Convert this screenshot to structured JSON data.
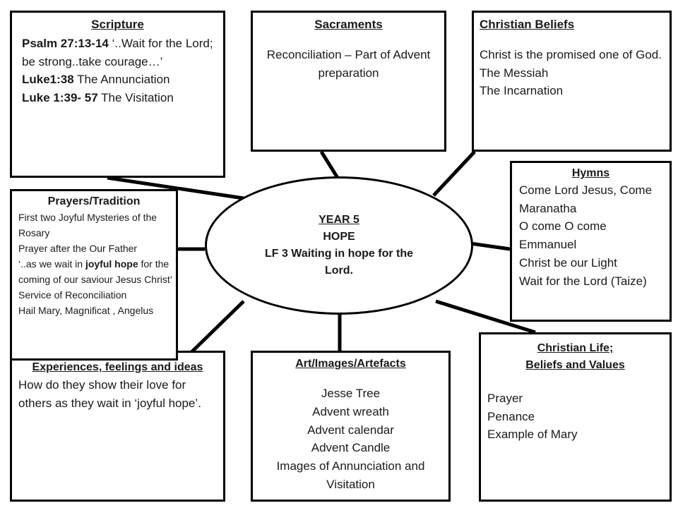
{
  "center": {
    "line1": "YEAR 5",
    "line2": "HOPE",
    "line3": "LF 3  Waiting in hope for the Lord."
  },
  "scripture": {
    "title": "Scripture",
    "items": [
      {
        "ref": "Psalm 27:13-14",
        "text": " ‘..Wait for the Lord; be strong..take courage…’"
      },
      {
        "ref": "Luke1:38",
        "text": " The Annunciation"
      },
      {
        "ref": "Luke 1:39- 57",
        "text": " The Visitation"
      }
    ]
  },
  "sacraments": {
    "title": "Sacraments",
    "text": "Reconciliation – Part of Advent preparation"
  },
  "beliefs": {
    "title": "Christian Beliefs",
    "lines": [
      "Christ is the promised one of God.",
      "The Messiah",
      "The Incarnation"
    ]
  },
  "hymns": {
    "title": "Hymns",
    "lines": [
      "Come Lord Jesus, Come Maranatha",
      "O come O come Emmanuel",
      "Christ be our Light",
      "Wait for the Lord (Taize)"
    ]
  },
  "life": {
    "title1": "Christian Life;",
    "title2": "Beliefs and Values",
    "lines": [
      "Prayer",
      "Penance",
      "Example of Mary"
    ]
  },
  "art": {
    "title": "Art/Images/Artefacts",
    "lines": [
      "Jesse Tree",
      "Advent wreath",
      "Advent calendar",
      "Advent Candle",
      "Images of Annunciation and Visitation"
    ]
  },
  "experiences": {
    "title": "Experiences, feelings and ideas",
    "text": "How do they show their love for others as they wait in ‘joyful hope’."
  },
  "prayers": {
    "title": "Prayers/Tradition",
    "line1": " First two Joyful Mysteries of the Rosary",
    "line2": "Prayer after the Our Father",
    "line3a": "‘..as we wait in ",
    "line3b": "joyful hope",
    "line3c": " for the coming of our saviour  Jesus Christ’",
    "line4": "Service of Reconciliation",
    "line5": "  Hail Mary, Magnificat , Angelus"
  },
  "colors": {
    "stroke": "#000000",
    "background": "#ffffff"
  }
}
